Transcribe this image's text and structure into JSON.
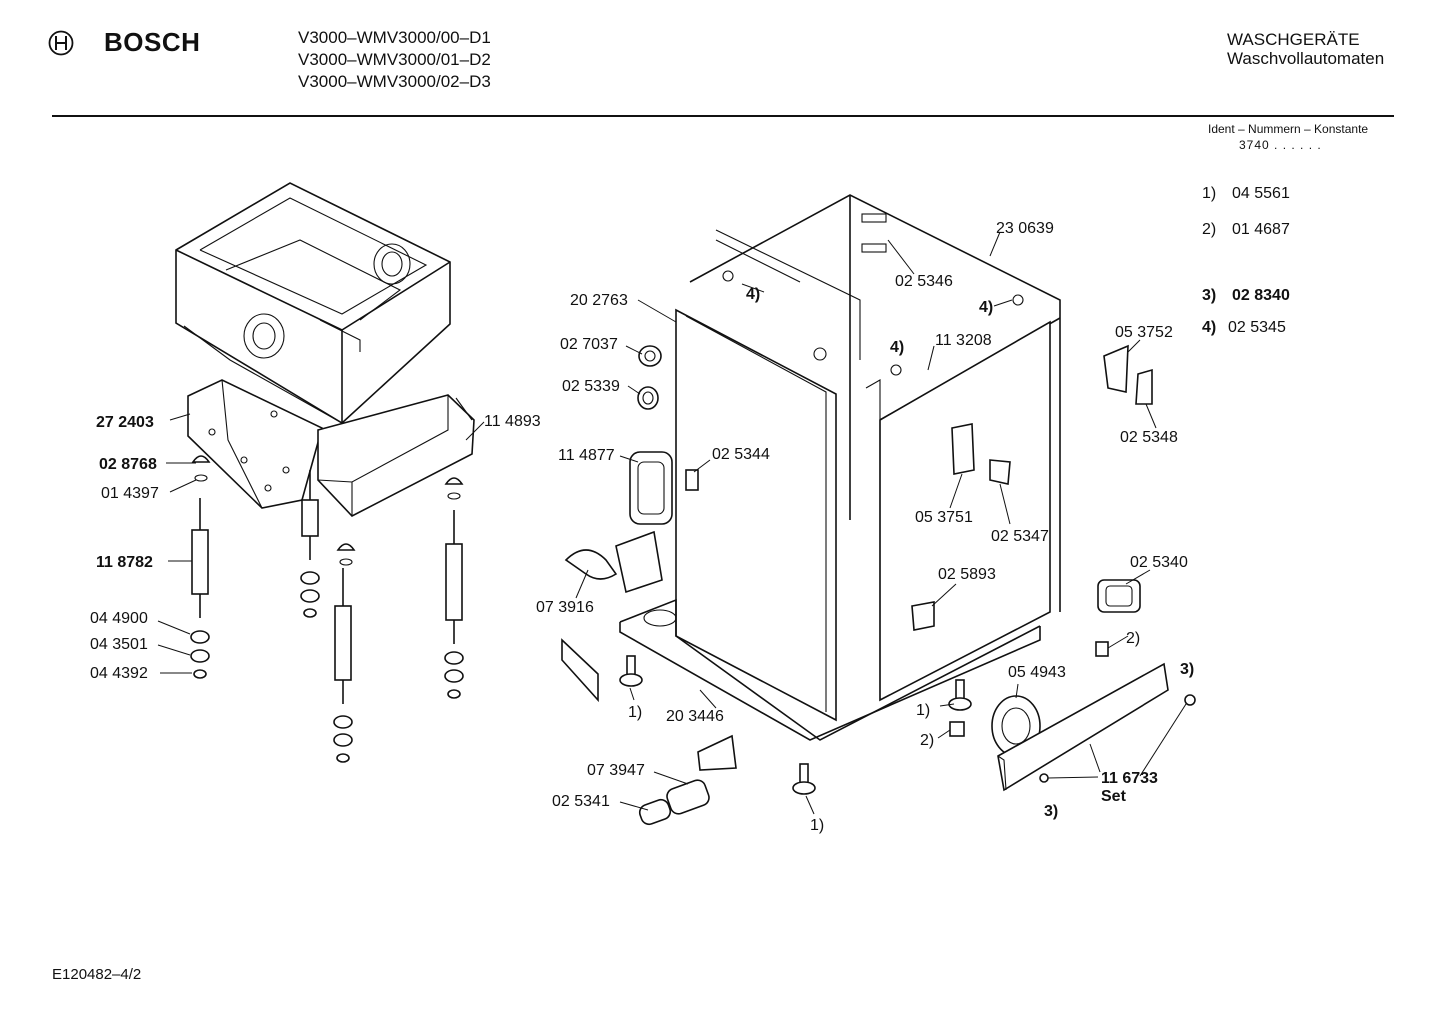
{
  "header": {
    "brand": "BOSCH",
    "models": [
      "V3000–WMV3000/00–D1",
      "V3000–WMV3000/01–D2",
      "V3000–WMV3000/02–D3"
    ],
    "category_title": "WASCHGERÄTE",
    "category_subtitle": "Waschvollautomaten",
    "ident_label": "Ident – Nummern – Konstante",
    "ident_value": "3740 . . . . . ."
  },
  "notes": [
    {
      "key": "1)",
      "value": "04 5561"
    },
    {
      "key": "2)",
      "value": "01 4687"
    },
    {
      "key": "3)",
      "value": "02 8340"
    },
    {
      "key": "4)",
      "value": "02 5345"
    }
  ],
  "parts": {
    "p272403": "27 2403",
    "p028768": "02 8768",
    "p014397": "01 4397",
    "p118782": "11 8782",
    "p044900": "04 4900",
    "p043501": "04 3501",
    "p044392": "04 4392",
    "p114893": "11 4893",
    "p202763": "20 2763",
    "p027037": "02 7037",
    "p025339": "02 5339",
    "p114877": "11 4877",
    "p025344": "02 5344",
    "p073916": "07 3916",
    "p203446": "20 3446",
    "p073947": "07 3947",
    "p025341": "02 5341",
    "p230639": "23 0639",
    "p025346": "02 5346",
    "p113208": "11 3208",
    "p053752": "05 3752",
    "p025348": "02 5348",
    "p053751": "05 3751",
    "p025347": "02 5347",
    "p025893": "02 5893",
    "p025340": "02 5340",
    "p054943": "05 4943",
    "p116733": "11 6733",
    "set": "Set"
  },
  "refs": {
    "one": "1)",
    "two": "2)",
    "three": "3)",
    "four": "4)"
  },
  "footer": {
    "doc_code": "E120482–4/2"
  }
}
